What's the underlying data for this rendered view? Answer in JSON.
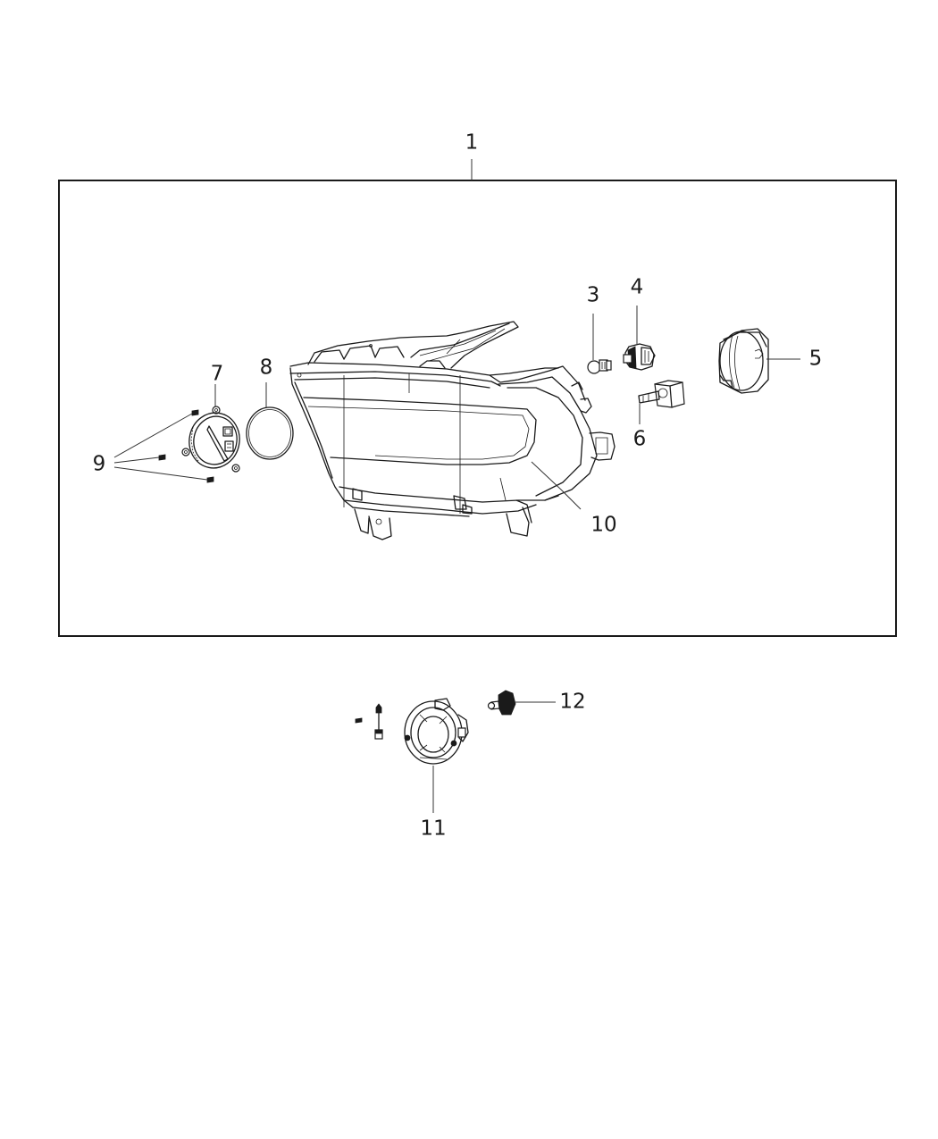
{
  "diagram": {
    "type": "exploded-parts-diagram",
    "subject": "Headlamp assembly and fog lamp",
    "assembly_box": {
      "callout": "1"
    },
    "callouts": [
      {
        "id": "1",
        "label": "1",
        "part": "headlamp-assembly"
      },
      {
        "id": "3",
        "label": "3",
        "part": "bulb-small"
      },
      {
        "id": "4",
        "label": "4",
        "part": "bulb-socket"
      },
      {
        "id": "5",
        "label": "5",
        "part": "rear-cover-cap"
      },
      {
        "id": "6",
        "label": "6",
        "part": "hid-bulb"
      },
      {
        "id": "7",
        "label": "7",
        "part": "ballast-module"
      },
      {
        "id": "8",
        "label": "8",
        "part": "seal-ring"
      },
      {
        "id": "9",
        "label": "9",
        "part": "screws"
      },
      {
        "id": "10",
        "label": "10",
        "part": "headlamp-housing"
      },
      {
        "id": "11",
        "label": "11",
        "part": "fog-lamp"
      },
      {
        "id": "12",
        "label": "12",
        "part": "fog-lamp-bulb"
      }
    ]
  }
}
